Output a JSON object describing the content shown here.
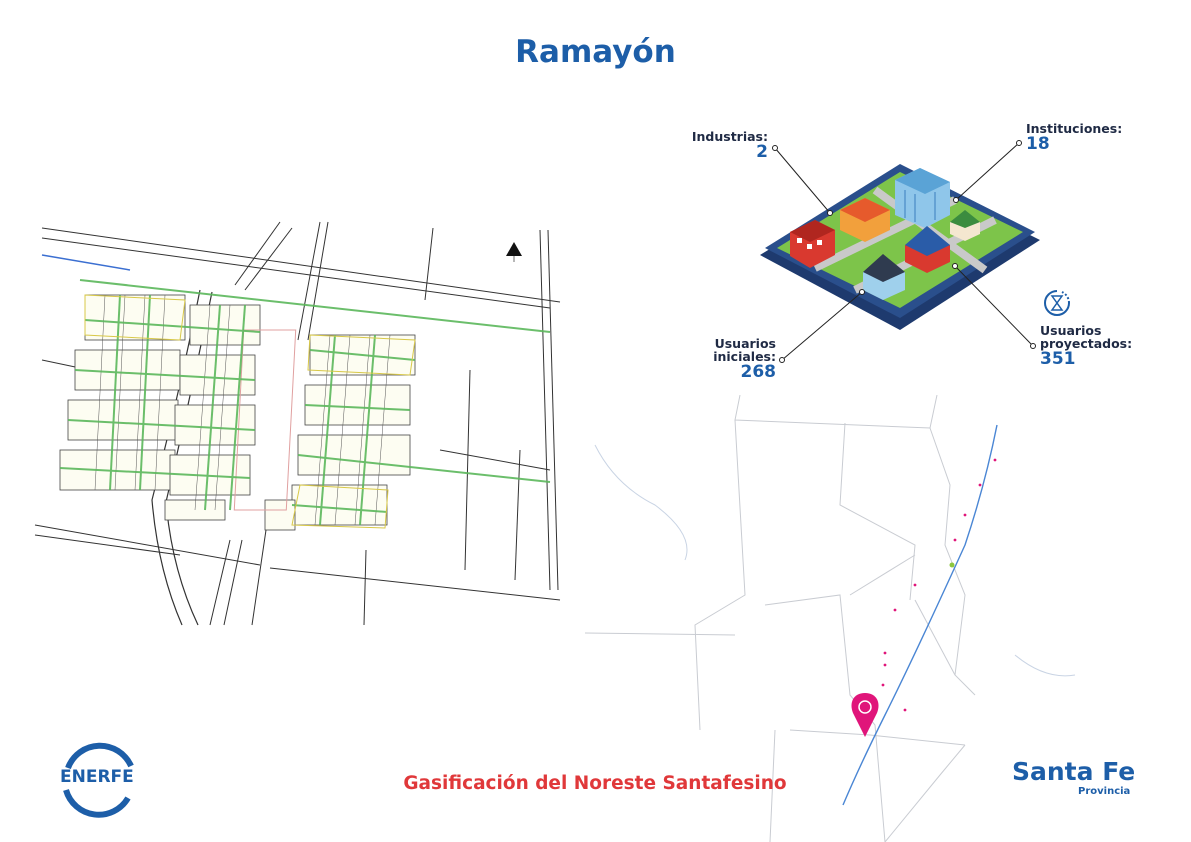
{
  "title": "Ramayón",
  "stats": {
    "industrias": {
      "label": "Industrias:",
      "value": "2"
    },
    "instituciones": {
      "label": "Instituciones:",
      "value": "18"
    },
    "usuarios_iniciales": {
      "label_line1": "Usuarios",
      "label_line2": "iniciales:",
      "value": "268"
    },
    "usuarios_proyectados": {
      "label_line1": "Usuarios",
      "label_line2": "proyectados:",
      "value": "351"
    }
  },
  "footer": {
    "project_title": "Gasificación del Noreste Santafesino",
    "enerfe_logo": "ENERFE",
    "province_logo": "Santa Fe",
    "province_sub": "Provincia"
  },
  "colors": {
    "brand_blue": "#1d5ea8",
    "accent_red": "#e0383a",
    "pipeline_green": "#5cb85c",
    "location_pin": "#e0157a"
  },
  "icons": {
    "north_arrow": "north-arrow-icon",
    "hourglass": "hourglass-cycle-icon",
    "location_pin": "location-pin-icon"
  }
}
